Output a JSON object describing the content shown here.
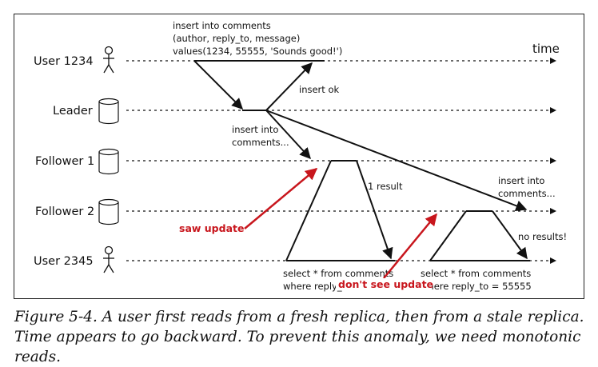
{
  "diagram": {
    "time_label": "time",
    "rows": [
      {
        "label": "User 1234",
        "icon": "person-icon"
      },
      {
        "label": "Leader",
        "icon": "database-icon"
      },
      {
        "label": "Follower 1",
        "icon": "database-icon"
      },
      {
        "label": "Follower 2",
        "icon": "database-icon"
      },
      {
        "label": "User 2345",
        "icon": "person-icon"
      }
    ],
    "insert_request": [
      "insert into comments",
      "(author, reply_to, message)",
      "values(1234, 55555, 'Sounds good!')"
    ],
    "insert_ok": "insert ok",
    "replicate_f1": [
      "insert into",
      "comments..."
    ],
    "replicate_f2": [
      "insert into",
      "comments..."
    ],
    "result_f1": "1 result",
    "result_f2": "no results!",
    "query_1": [
      "select * from comments",
      "where reply_to = 55555"
    ],
    "query_2": [
      "select * from comments",
      "where reply_to = 55555"
    ],
    "annotation_saw": "saw update",
    "annotation_dont": "don't see update",
    "annotation_color": "#c8161d"
  },
  "caption": "Figure 5-4. A user first reads from a fresh replica, then from a stale replica. Time appears to go backward. To prevent this anomaly, we need monotonic reads."
}
